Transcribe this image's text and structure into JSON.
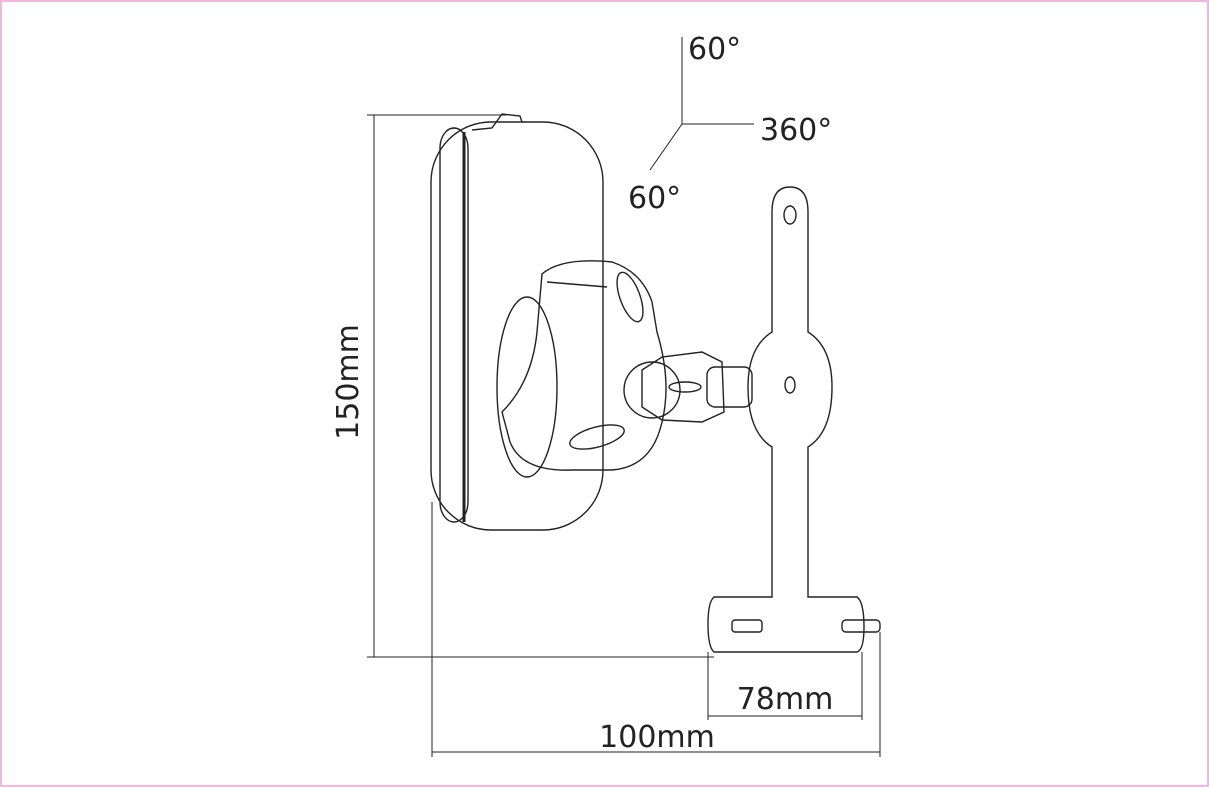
{
  "dimensions": {
    "height_label": "150mm",
    "base_width_label": "78mm",
    "total_depth_label": "100mm"
  },
  "rotation": {
    "tilt_up_label": "60°",
    "pan_label": "360°",
    "tilt_down_label": "60°"
  },
  "colors": {
    "border": "#f2b8dc",
    "line": "#222222"
  }
}
